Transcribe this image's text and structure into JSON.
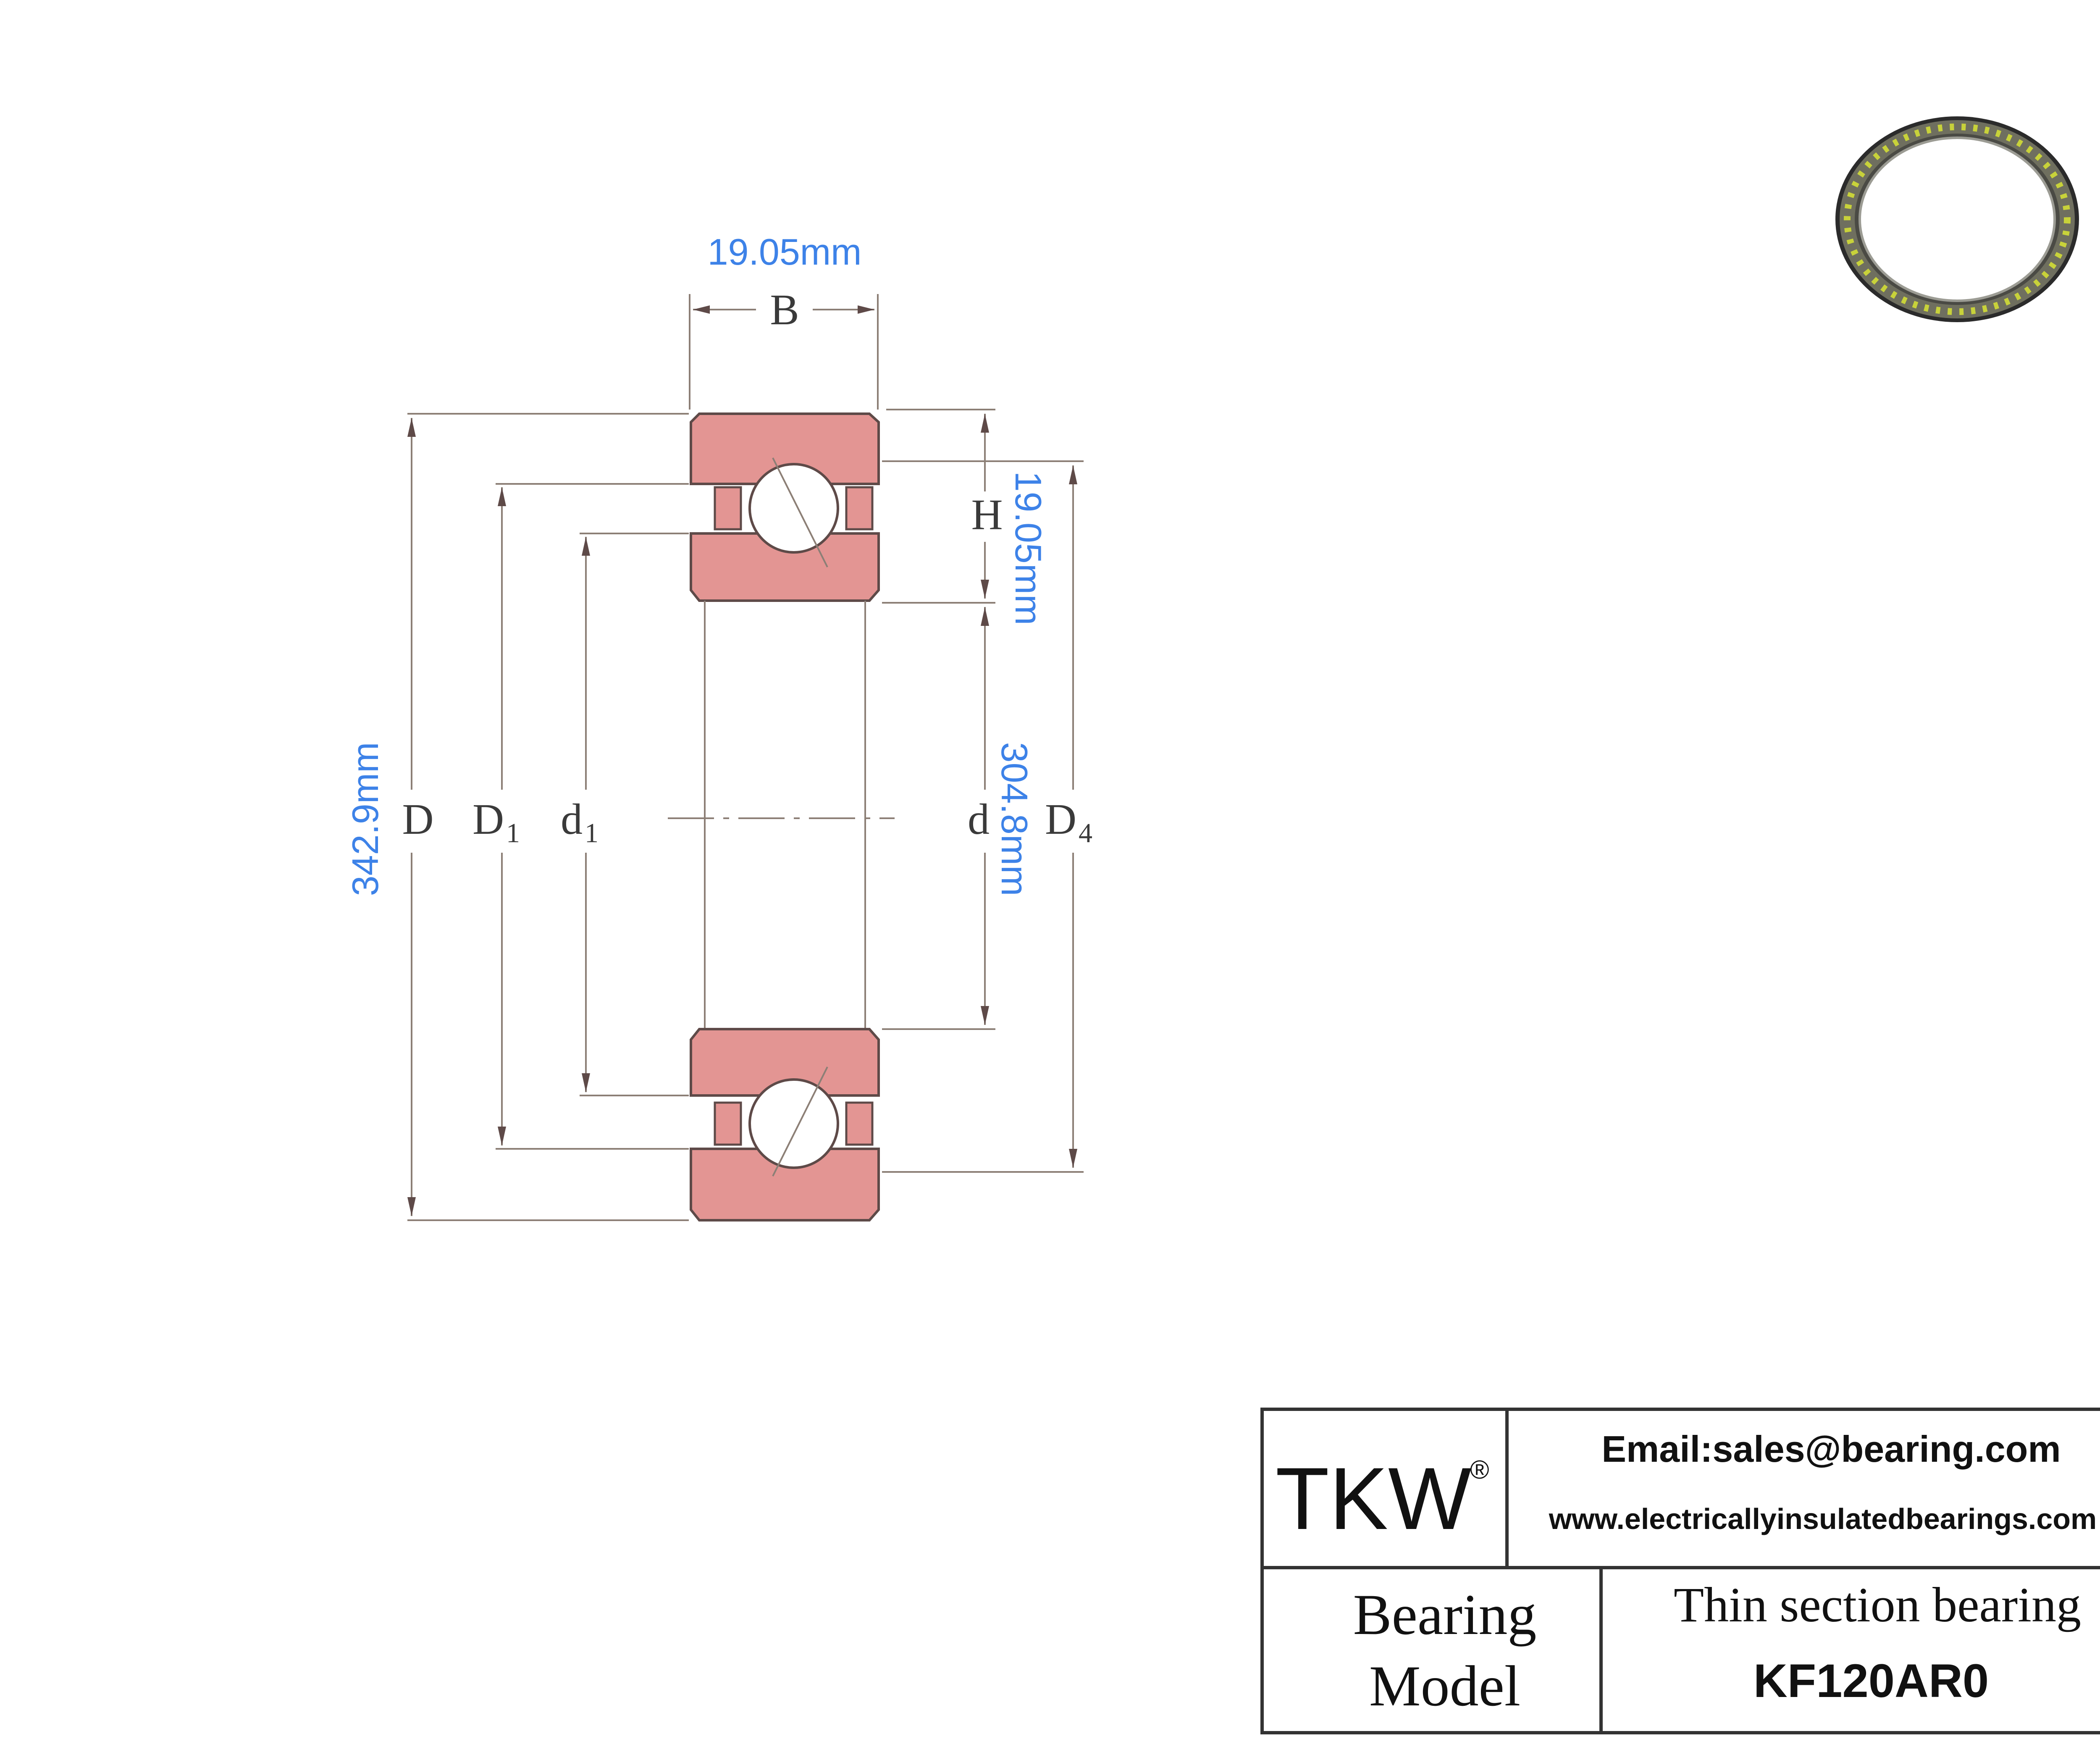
{
  "drawing": {
    "dimension_labels": {
      "width": "19.05mm",
      "height": "19.05mm",
      "outer_diameter": "342.9mm",
      "bore": "304.8mm"
    },
    "symbols": {
      "B": "B",
      "H": "H",
      "D": "D",
      "D1": "D",
      "D1_sub": "1",
      "d1": "d",
      "d1_sub": "1",
      "d": "d",
      "D4": "D",
      "D4_sub": "4"
    }
  },
  "title_block": {
    "brand": "TKW",
    "registered_mark": "®",
    "email": "Email:sales@bearing.com",
    "website": "www.electricallyinsulatedbearings.com",
    "label_line1": "Bearing",
    "label_line2": "Model",
    "description": "Thin section bearing",
    "model": "KF120AR0"
  },
  "colors": {
    "accent_blue": "#3d82e8",
    "section_fill": "#e39593"
  }
}
